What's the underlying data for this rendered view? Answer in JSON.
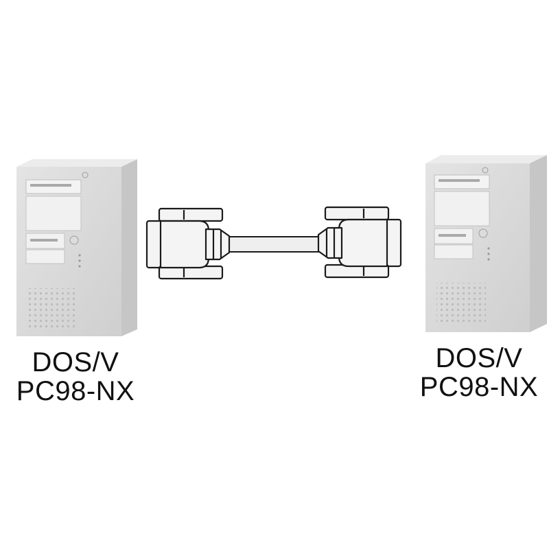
{
  "colors": {
    "case_front": "#d9d9d9",
    "case_side": "#c4c4c4",
    "case_top": "#eaeaea",
    "bay": "#f2f2f2",
    "outline": "#1a1a1a",
    "connector_fill": "#f4f4f4",
    "cable_fill": "#efefef",
    "text": "#111111"
  },
  "left_pc": {
    "line1": "DOS/V",
    "line2": "PC98-NX"
  },
  "right_pc": {
    "line1": "DOS/V",
    "line2": "PC98-NX"
  },
  "icons": {
    "computer": "tower-computer-icon",
    "connector": "d-sub-connector-icon",
    "cable": "cable-icon"
  }
}
